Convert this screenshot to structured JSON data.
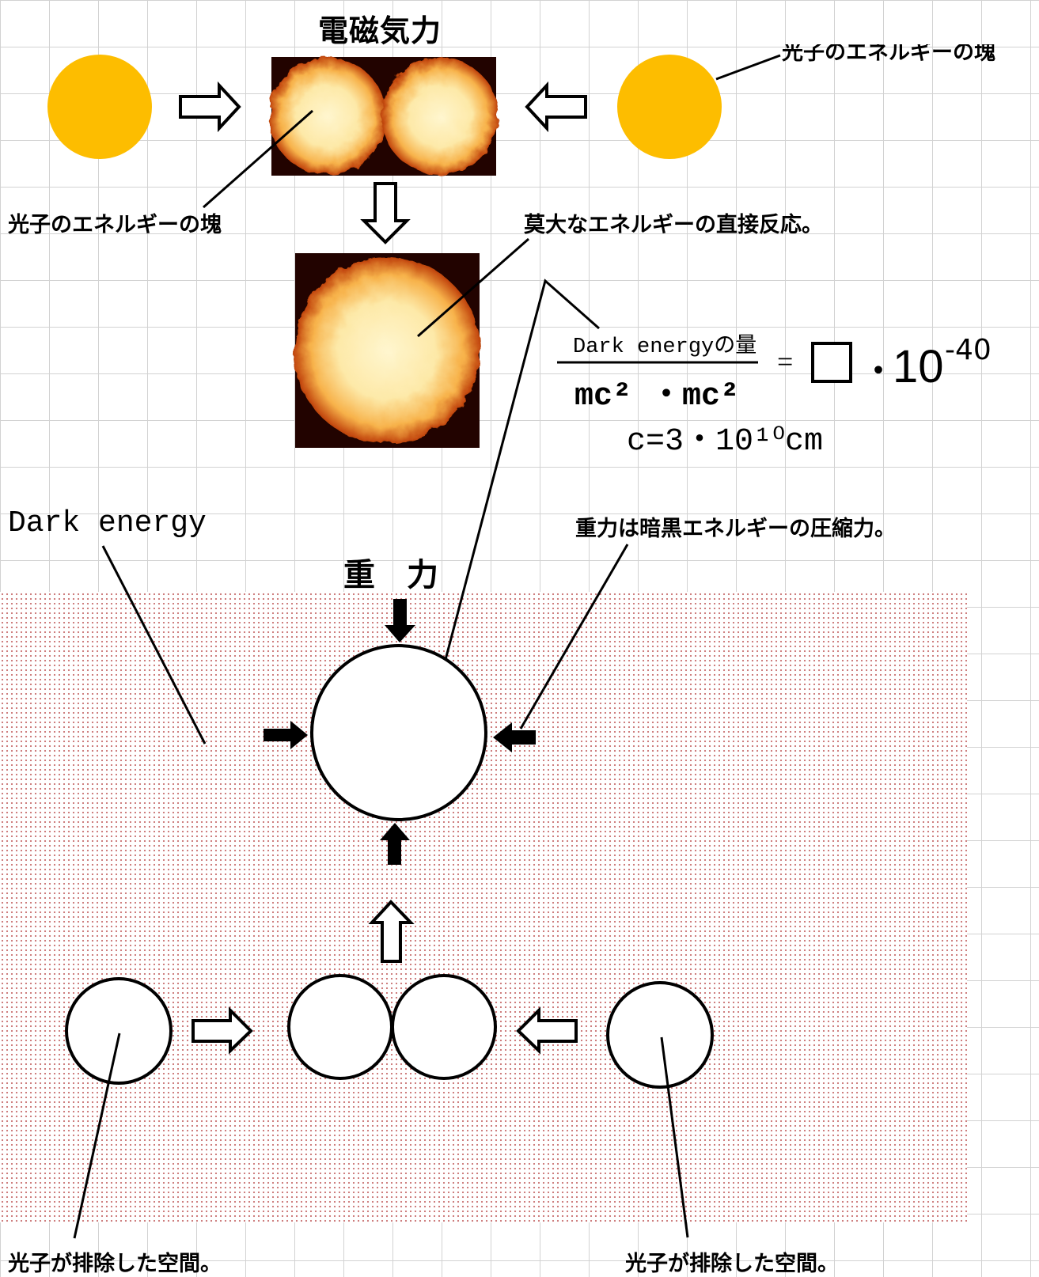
{
  "top_section": {
    "title": "電磁気力",
    "photon_label_left": "光子のエネルギーの塊",
    "photon_label_right": "光子のエネルギーの塊",
    "reaction_label": "莫大なエネルギーの直接反応。",
    "photon_color": "#FDBD00"
  },
  "formula": {
    "numerator": "Dark energyの量",
    "denominator": "mc² ・mc²",
    "equals": "=",
    "box": "□",
    "dot": "・",
    "base": "10",
    "exponent": "-40",
    "speed_of_light": "c=3・10¹⁰cm"
  },
  "bottom_section": {
    "dark_energy_label": "Dark energy",
    "gravity_title": "重　力",
    "gravity_note": "重力は暗黒エネルギーの圧縮力。",
    "space_label_left": "光子が排除した空間。",
    "space_label_right": "光子が排除した空間。",
    "background_dot_color": "#C97070"
  }
}
